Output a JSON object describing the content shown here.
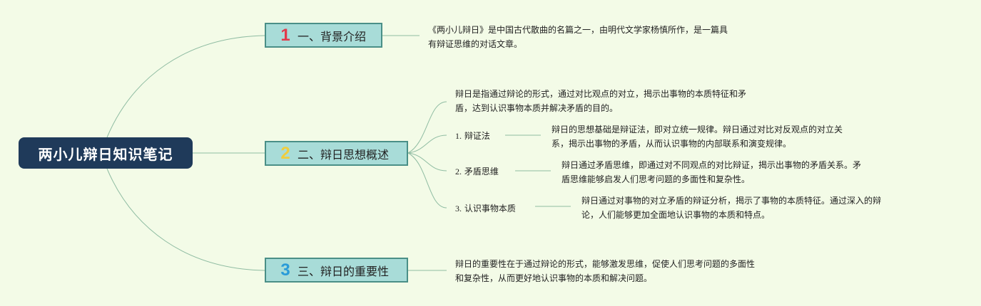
{
  "root": {
    "title": "两小儿辩日知识笔记"
  },
  "branches": [
    {
      "number": "1",
      "label": "一、背景介绍",
      "text": [
        "《两小儿辩日》是中国古代散曲的名篇之一，由明代文学家杨慎所作，是一篇具",
        "有辩证思维的对话文章。"
      ]
    },
    {
      "number": "2",
      "label": "二、辩日思想概述",
      "text": [
        "辩日是指通过辩论的形式，通过对比观点的对立，揭示出事物的本质特征和矛",
        "盾，达到认识事物本质并解决矛盾的目的。"
      ],
      "subs": [
        {
          "number": "1.",
          "label": "辩证法",
          "text": [
            "辩日的思想基础是辩证法，即对立统一规律。辩日通过对比对反观点的对立关",
            "系，揭示出事物的矛盾，从而认识事物的内部联系和演变规律。"
          ]
        },
        {
          "number": "2.",
          "label": "矛盾思维",
          "text": [
            "辩日通过矛盾思维，即通过对不同观点的对比辩证，揭示出事物的矛盾关系。矛",
            "盾思维能够启发人们思考问题的多面性和复杂性。"
          ]
        },
        {
          "number": "3.",
          "label": "认识事物本质",
          "text": [
            "辩日通过对事物的对立矛盾的辩证分析，揭示了事物的本质特征。通过深入的辩",
            "论，人们能够更加全面地认识事物的本质和特点。"
          ]
        }
      ]
    },
    {
      "number": "3",
      "label": "三、辩日的重要性",
      "text": [
        "辩日的重要性在于通过辩论的形式，能够激发思维，促使人们思考问题的多面性",
        "和复杂性，从而更好地认识事物的本质和解决问题。"
      ]
    }
  ],
  "colors": {
    "background": "#f3fbe7",
    "root_fill": "#1f3a5a",
    "branch_fill": "#a8dcd8",
    "branch_border": "#4a8f87",
    "connector": "#8fbca2",
    "badge_1": "#e13a4a",
    "badge_2": "#f0cd3d",
    "badge_3": "#2a9bd8"
  }
}
